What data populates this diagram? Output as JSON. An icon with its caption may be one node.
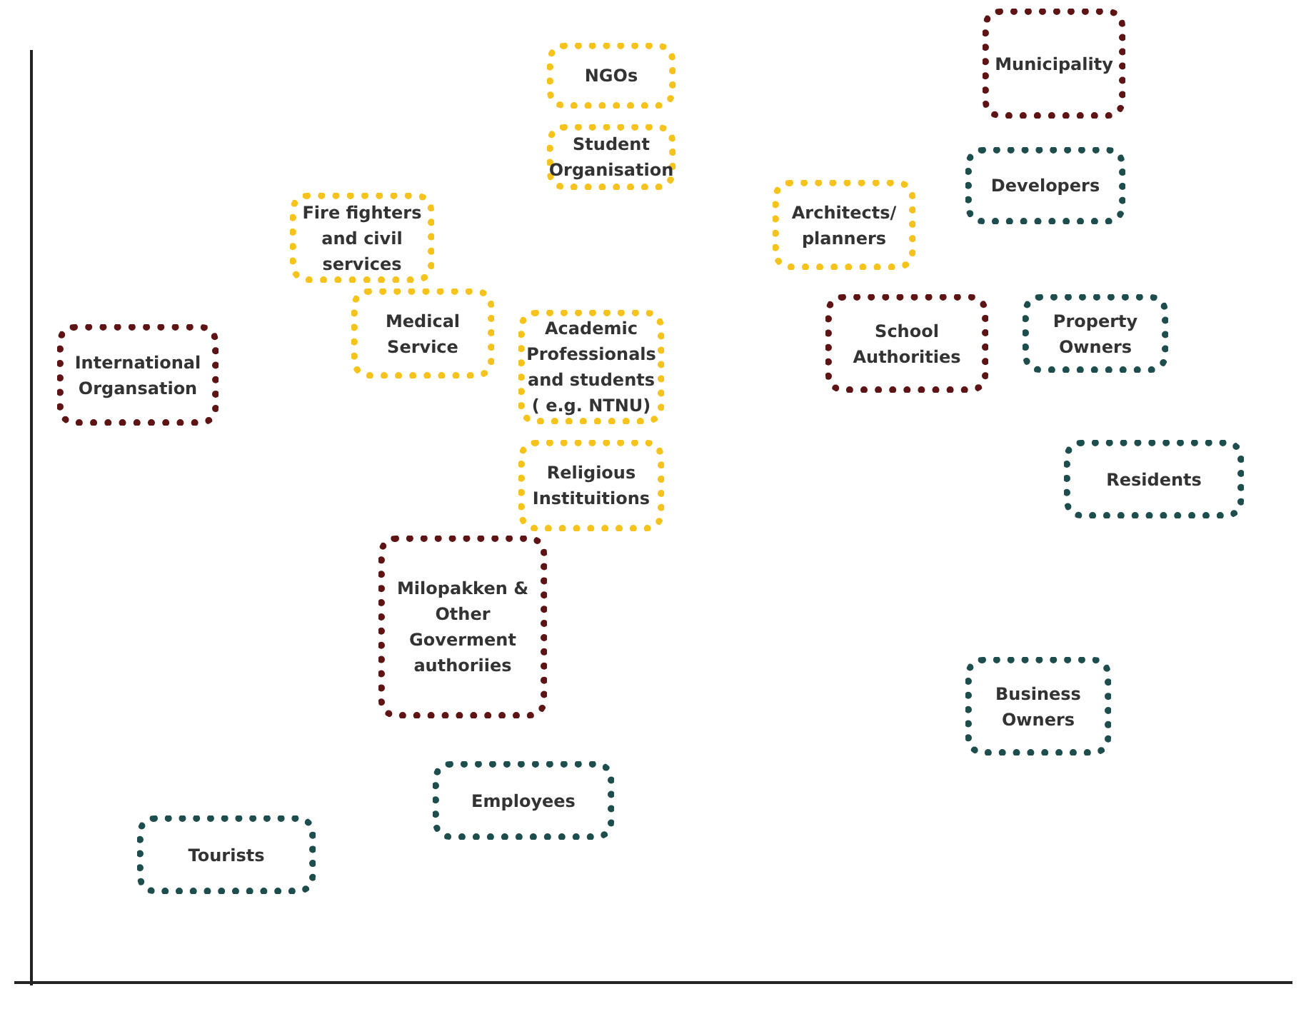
{
  "diagram": {
    "nodes": [
      {
        "text": [
          "Municipality"
        ]
      },
      {
        "text": [
          "NGOs"
        ]
      },
      {
        "text": [
          "Student Organisation"
        ]
      },
      {
        "text": [
          "Developers"
        ]
      },
      {
        "text": [
          "Architects/ planners"
        ]
      },
      {
        "text": [
          "Fire fighters and civil services"
        ]
      },
      {
        "text": [
          "Medical Service"
        ]
      },
      {
        "text": [
          "School Authorities"
        ]
      },
      {
        "text": [
          "Property Owners"
        ]
      },
      {
        "text": [
          "Academic Professionals and students ( e.g. NTNU)"
        ]
      },
      {
        "text": [
          "International Organsation"
        ]
      },
      {
        "text": [
          "Residents"
        ]
      },
      {
        "text": [
          "Religious Instituitions"
        ]
      },
      {
        "text": [
          "Milopakken & Other Goverment authoriies"
        ]
      },
      {
        "text": [
          "Business Owners"
        ]
      },
      {
        "text": [
          "Employees"
        ]
      },
      {
        "text": [
          "Tourists"
        ]
      }
    ]
  }
}
